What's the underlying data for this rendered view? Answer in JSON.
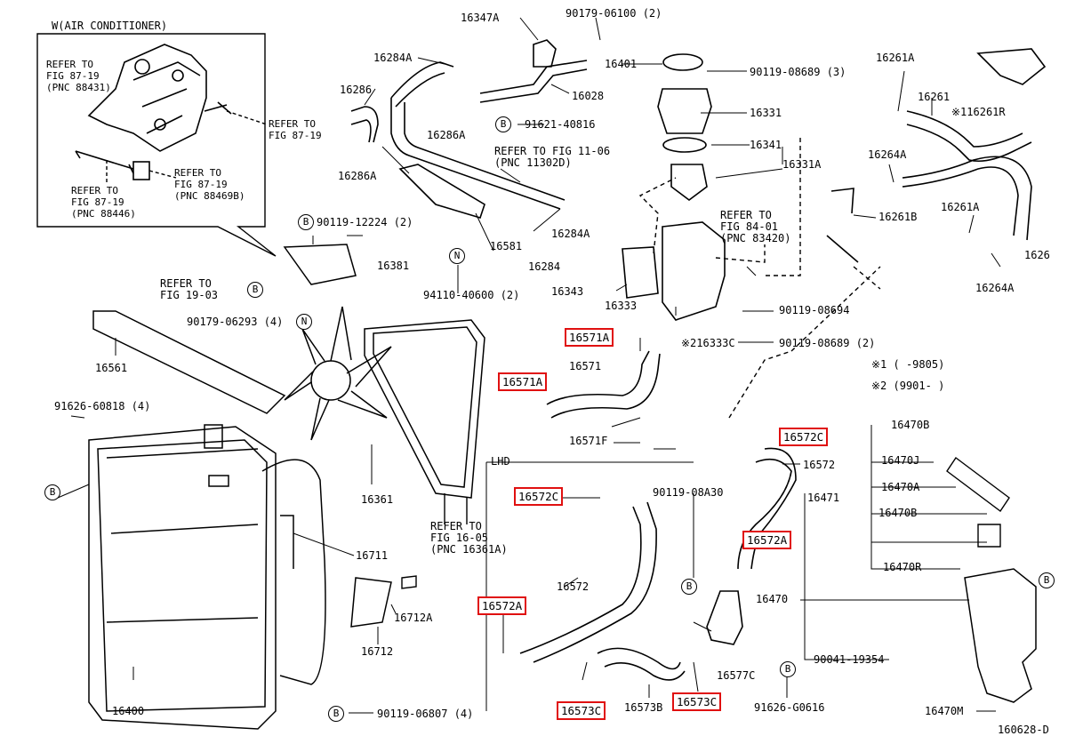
{
  "inset": {
    "title": "W(AIR CONDITIONER)",
    "refer_87_19_88431": [
      "REFER TO",
      "FIG 87-19",
      "(PNC 88431)"
    ],
    "refer_87_19_side": [
      "REFER TO",
      "FIG 87-19"
    ],
    "refer_87_19_88469b": [
      "REFER TO",
      "FIG 87-19",
      "(PNC 88469B)"
    ],
    "refer_87_19_88446": [
      "REFER TO",
      "FIG 87-19",
      "(PNC 88446)"
    ]
  },
  "circle_markers": {
    "b": "B",
    "n": "N"
  },
  "references": {
    "fig_19_03": [
      "REFER TO",
      "FIG 19-03"
    ],
    "fig_11_06": [
      "REFER TO FIG 11-06",
      "(PNC 11302D)"
    ],
    "fig_84_01": [
      "REFER TO",
      "FIG 84-01",
      "(PNC 83420)"
    ],
    "fig_16_05": [
      "REFER TO",
      "FIG 16-05",
      "(PNC 16361A)"
    ]
  },
  "parts": {
    "p16347A": "16347A",
    "p90179_06100": "90179-06100 (2)",
    "p16284A_top": "16284A",
    "p16286": "16286",
    "p16401": "16401",
    "p90119_08689_3": "90119-08689 (3)",
    "p16028": "16028",
    "p16286A_right": "16286A",
    "p91621_40816": "91621-40816",
    "p16331": "16331",
    "p16286A_left": "16286A",
    "p16341": "16341",
    "p16331A": "16331A",
    "p90119_12224": "90119-12224 (2)",
    "p16284A_mid": "16284A",
    "p16581": "16581",
    "p16381": "16381",
    "p16284": "16284",
    "p94110_40600": "94110-40600 (2)",
    "p16343": "16343",
    "p16333": "16333",
    "p90119_08694": "90119-08694",
    "p90179_06293": "90179-06293 (4)",
    "p16333C": "※216333C",
    "p90119_08689_2": "90119-08689 (2)",
    "p16561": "16561",
    "p16571": "16571",
    "p16571F": "16571F",
    "p91626_60818": "91626-60818 (4)",
    "p16361": "16361",
    "lhd": "LHD",
    "p90119_08A30": "90119-08A30",
    "p16572_right": "16572",
    "p16711": "16711",
    "p16572_mid": "16572",
    "p16712A": "16712A",
    "p16712": "16712",
    "p16577C": "16577C",
    "p16573B": "16573B",
    "p16400": "16400",
    "p90119_06807": "90119-06807 (4)",
    "p91626_G0616": "91626-G0616",
    "p90041_19354": "90041-19354",
    "p16470": "16470",
    "p16471": "16471",
    "p16470B": "16470B",
    "p16470J": "16470J",
    "p16470A": "16470A",
    "p16470B2": "16470B",
    "p16470R": "16470R",
    "p16470M": "16470M",
    "p16261A_top": "16261A",
    "p16261": "16261",
    "p16261R": "※116261R",
    "p16264A_top": "16264A",
    "p16261B": "16261B",
    "p16261A_mid": "16261A",
    "p1626_edge": "1626",
    "p16264A_bot": "16264A",
    "note1": "※1  (    -9805)",
    "note2": "※2  (9901-    )",
    "diagram_id": "160628-D"
  },
  "highlighted": {
    "h16571A_top": "16571A",
    "h16571A_left": "16571A",
    "h16572C_right": "16572C",
    "h16572C_left": "16572C",
    "h16572A_right": "16572A",
    "h16572A_left": "16572A",
    "h16573C_left": "16573C",
    "h16573C_right": "16573C"
  },
  "colors": {
    "highlight_border": "#e01010",
    "ink": "#000000",
    "background": "#ffffff"
  }
}
